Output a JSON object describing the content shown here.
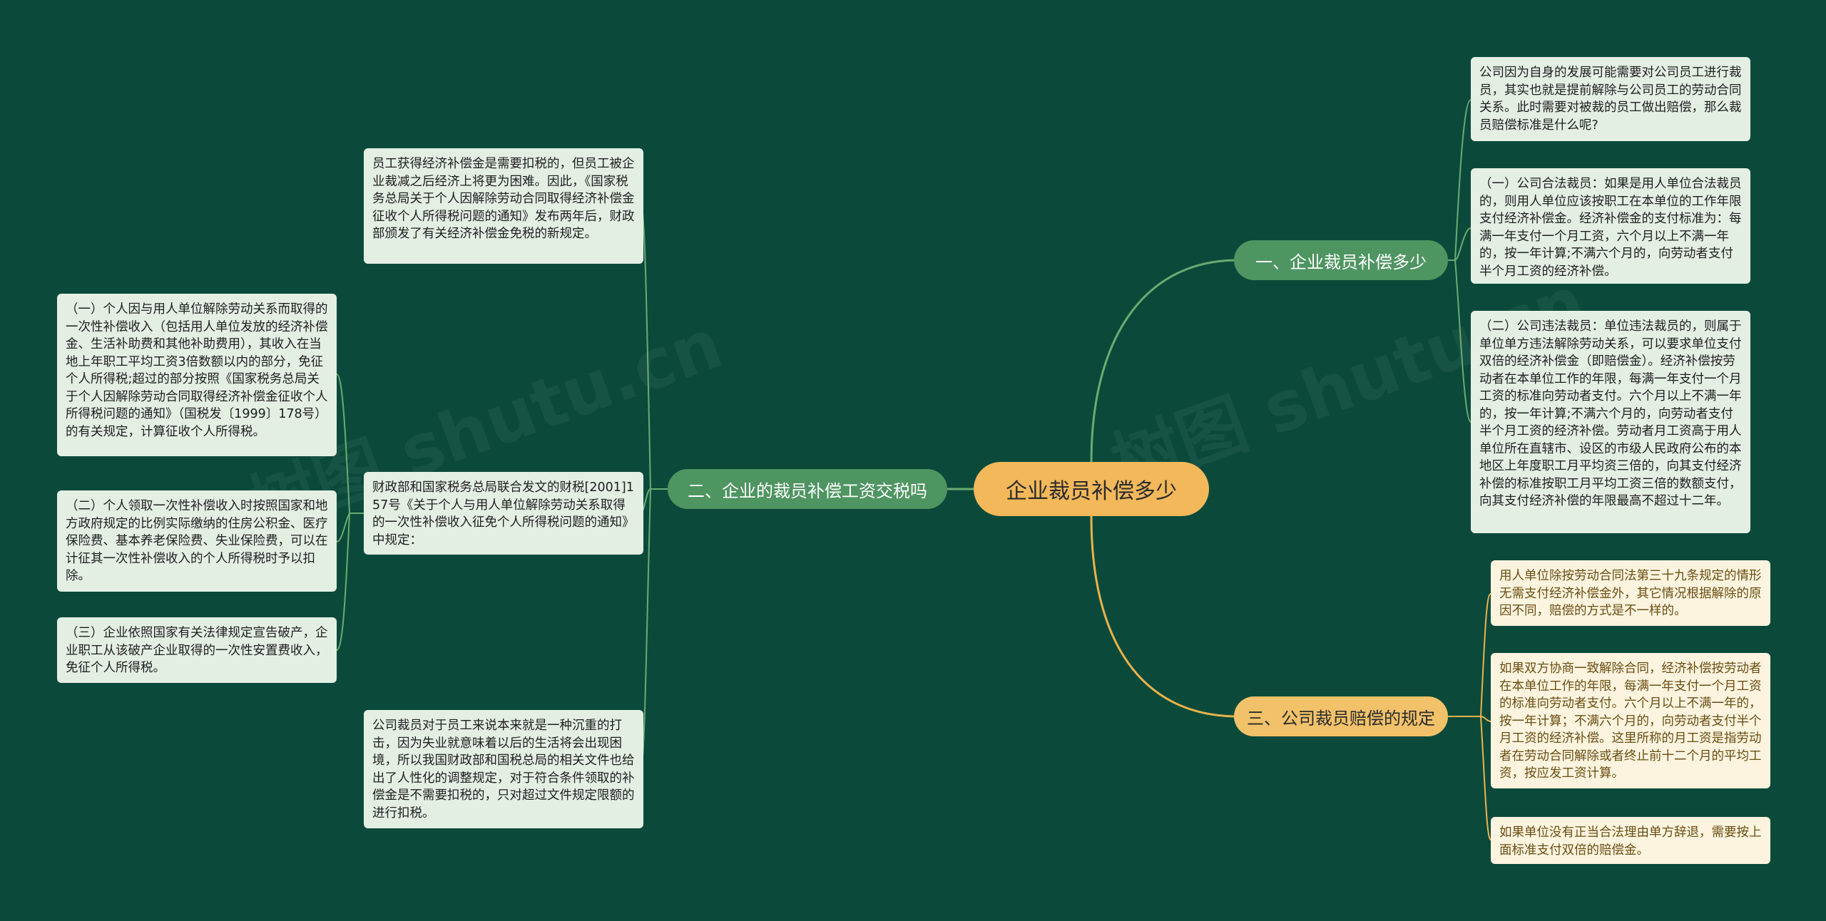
{
  "root": {
    "label": "企业裁员补偿多少"
  },
  "branches": {
    "b1": {
      "label": "一、企业裁员补偿多少"
    },
    "b2": {
      "label": "二、企业的裁员补偿工资交税吗"
    },
    "b3": {
      "label": "三、公司裁员赔偿的规定"
    }
  },
  "leaves": {
    "b1_1": "公司因为自身的发展可能需要对公司员工进行裁员，其实也就是提前解除与公司员工的劳动合同关系。此时需要对被裁的员工做出赔偿，那么裁员赔偿标准是什么呢?",
    "b1_2": "（一）公司合法裁员：如果是用人单位合法裁员的，则用人单位应该按职工在本单位的工作年限支付经济补偿金。经济补偿金的支付标准为：每满一年支付一个月工资，六个月以上不满一年的，按一年计算;不满六个月的，向劳动者支付半个月工资的经济补偿。",
    "b1_3": "（二）公司违法裁员：单位违法裁员的，则属于单位单方违法解除劳动关系，可以要求单位支付双倍的经济补偿金（即赔偿金）。经济补偿按劳动者在本单位工作的年限，每满一年支付一个月工资的标准向劳动者支付。六个月以上不满一年的，按一年计算;不满六个月的，向劳动者支付半个月工资的经济补偿。劳动者月工资高于用人单位所在直辖市、设区的市级人民政府公布的本地区上年度职工月平均资三倍的，向其支付经济补偿的标准按职工月平均工资三倍的数额支付，向其支付经济补偿的年限最高不超过十二年。",
    "b2_1": "员工获得经济补偿金是需要扣税的，但员工被企业裁减之后经济上将更为困难。因此，《国家税务总局关于个人因解除劳动合同取得经济补偿金征收个人所得税问题的通知》发布两年后，财政部颁发了有关经济补偿金免税的新规定。",
    "b2_2": "财政部和国家税务总局联合发文的财税[2001]157号《关于个人与用人单位解除劳动关系取得的一次性补偿收入征免个人所得税问题的通知》中规定：",
    "b2_2_1": "（一）个人因与用人单位解除劳动关系而取得的一次性补偿收入（包括用人单位发放的经济补偿金、生活补助费和其他补助费用），其收入在当地上年职工平均工资3倍数额以内的部分，免征个人所得税;超过的部分按照《国家税务总局关于个人因解除劳动合同取得经济补偿金征收个人所得税问题的通知》（国税发〔1999〕178号）的有关规定，计算征收个人所得税。",
    "b2_2_2": "（二）个人领取一次性补偿收入时按照国家和地方政府规定的比例实际缴纳的住房公积金、医疗保险费、基本养老保险费、失业保险费，可以在计征其一次性补偿收入的个人所得税时予以扣除。",
    "b2_2_3": "（三）企业依照国家有关法律规定宣告破产，企业职工从该破产企业取得的一次性安置费收入，免征个人所得税。",
    "b2_3": "公司裁员对于员工来说本来就是一种沉重的打击，因为失业就意味着以后的生活将会出现困境，所以我国财政部和国税总局的相关文件也给出了人性化的调整规定，对于符合条件领取的补偿金是不需要扣税的，只对超过文件规定限额的进行扣税。",
    "b3_1": "用人单位除按劳动合同法第三十九条规定的情形无需支付经济补偿金外，其它情况根据解除的原因不同，赔偿的方式是不一样的。",
    "b3_2": "如果双方协商一致解除合同，经济补偿按劳动者在本单位工作的年限，每满一年支付一个月工资的标准向劳动者支付。六个月以上不满一年的，按一年计算；不满六个月的，向劳动者支付半个月工资的经济补偿。这里所称的月工资是指劳动者在劳动合同解除或者终止前十二个月的平均工资，按应发工资计算。",
    "b3_3": "如果单位没有正当合法理由单方辞退，需要按上面标准支付双倍的赔偿金。"
  },
  "colors": {
    "background": "#0b4a3a",
    "root": "#f2b85a",
    "branch_green": "#4e9561",
    "branch_yellow": "#f2c26a",
    "leaf_green": "#e4efe4",
    "leaf_yellow": "#fcf4df",
    "link_green": "#6aab72",
    "link_yellow": "#e9b24c"
  }
}
